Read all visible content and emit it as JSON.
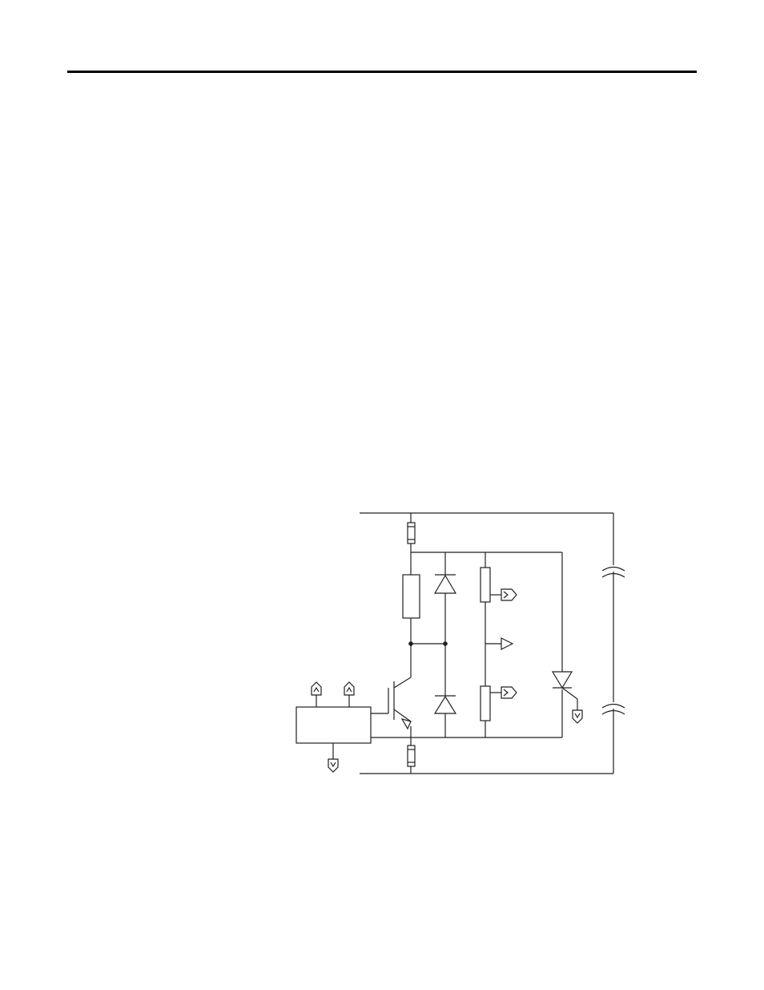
{
  "page": {
    "background": "#ffffff",
    "rule_color": "#000000",
    "line_color": "#231f20"
  },
  "diagram": {
    "kind": "circuit-schematic",
    "components": [
      "top-fuse",
      "bottom-fuse",
      "series-resistor",
      "upper-diode",
      "lower-diode",
      "upper-sense-resistor",
      "lower-sense-resistor",
      "igbt-transistor",
      "gate-driver-block",
      "scr-thyristor",
      "upper-capacitor",
      "lower-capacitor"
    ]
  }
}
